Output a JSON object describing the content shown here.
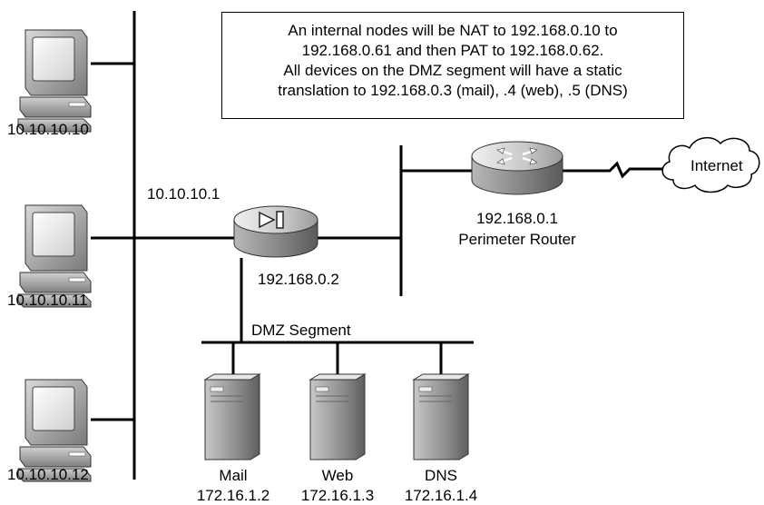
{
  "note": {
    "lines": [
      "An internal nodes will be NAT to 192.168.0.10 to",
      "192.168.0.61 and then PAT to 192.168.0.62.",
      "All devices on the DMZ segment will have a static",
      "translation to 192.168.0.3 (mail), .4 (web), .5 (DNS)"
    ]
  },
  "hosts": [
    {
      "ip": "10.10.10.10"
    },
    {
      "ip": "10.10.10.11"
    },
    {
      "ip": "10.10.10.12"
    }
  ],
  "firewall": {
    "inside_ip": "10.10.10.1",
    "outside_ip": "192.168.0.2"
  },
  "router": {
    "ip": "192.168.0.1",
    "name": "Perimeter Router"
  },
  "cloud": {
    "label": "Internet"
  },
  "dmz": {
    "label": "DMZ Segment"
  },
  "servers": [
    {
      "name": "Mail",
      "ip": "172.16.1.2"
    },
    {
      "name": "Web",
      "ip": "172.16.1.3"
    },
    {
      "name": "DNS",
      "ip": "172.16.1.4"
    }
  ]
}
